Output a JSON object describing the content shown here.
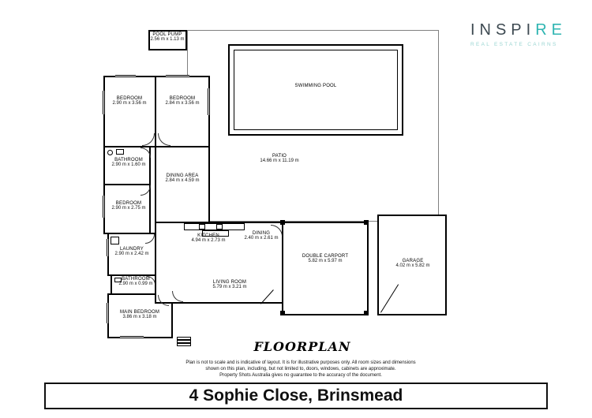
{
  "logo": {
    "brand_prefix": "INSPI",
    "brand_suffix": "RE",
    "tagline": "REAL ESTATE CAIRNS",
    "brand_color": "#3e4a52",
    "accent_color": "#2fb5b2"
  },
  "floorplan": {
    "title": "FLOORPLAN",
    "rooms": [
      {
        "name": "POOL PUMP",
        "dims": "2.56 m x 1.13 m"
      },
      {
        "name": "SWIMMING POOL",
        "dims": ""
      },
      {
        "name": "PATIO",
        "dims": "14.66 m x 11.19 m"
      },
      {
        "name": "BEDROOM",
        "dims": "2.90 m x 3.56 m"
      },
      {
        "name": "BEDROOM",
        "dims": "2.84 m x 3.56 m"
      },
      {
        "name": "BATHROOM",
        "dims": "2.90 m x 1.60 m"
      },
      {
        "name": "DINING AREA",
        "dims": "2.84 m x 4.59 m"
      },
      {
        "name": "BEDROOM",
        "dims": "2.90 m x 2.75 m"
      },
      {
        "name": "KITCHEN",
        "dims": "4.94 m x 2.73 m"
      },
      {
        "name": "DINING",
        "dims": "2.40 m x 2.61 m"
      },
      {
        "name": "LAUNDRY",
        "dims": "2.90 m x 2.42 m"
      },
      {
        "name": "DOUBLE CARPORT",
        "dims": "5.82 m x 5.97 m"
      },
      {
        "name": "GARAGE",
        "dims": "4.02 m x 5.82 m"
      },
      {
        "name": "BATHROOM",
        "dims": "2.90 m x 0.99 m"
      },
      {
        "name": "LIVING ROOM",
        "dims": "5.79 m x 3.21 m"
      },
      {
        "name": "MAIN BEDROOM",
        "dims": "3.86 m x 3.18 m"
      }
    ],
    "disclaimer": {
      "line1": "Plan is not to scale and is indicative of layout. It is for illustrative purposes only. All room sizes and dimensions",
      "line2": "shown on this plan, including, but not limited to, doors, windows, cabinets are approximate.",
      "line3": "Property Shots Australia gives no guarantee to the accuracy of the document."
    }
  },
  "footer": {
    "address": "4 Sophie Close, Brinsmead"
  }
}
